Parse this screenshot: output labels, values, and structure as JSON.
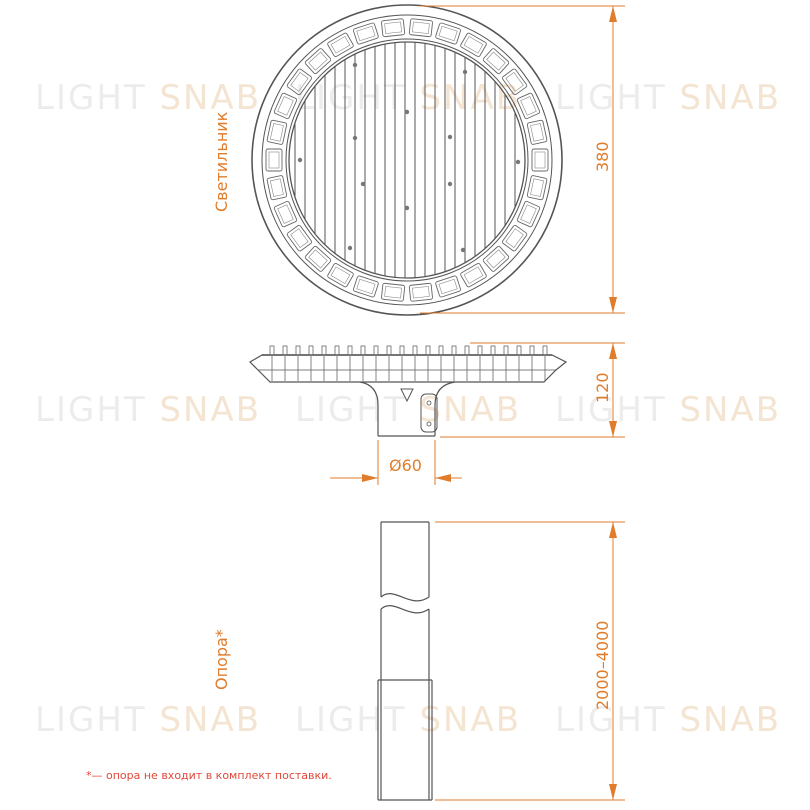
{
  "watermark": {
    "part1": "LIGHT",
    "part2": "SNAB"
  },
  "labels": {
    "luminaire": "Светильник",
    "pole": "Опора*",
    "footnote": "*— опора не входит в комплект поставки."
  },
  "dimensions": {
    "diameter_top": "380",
    "height_head": "120",
    "pipe_diameter": "Ø60",
    "pole_height": "2000–4000"
  },
  "colors": {
    "accent": "#e07d2c",
    "line": "#555555",
    "watermark": "#ececec"
  }
}
